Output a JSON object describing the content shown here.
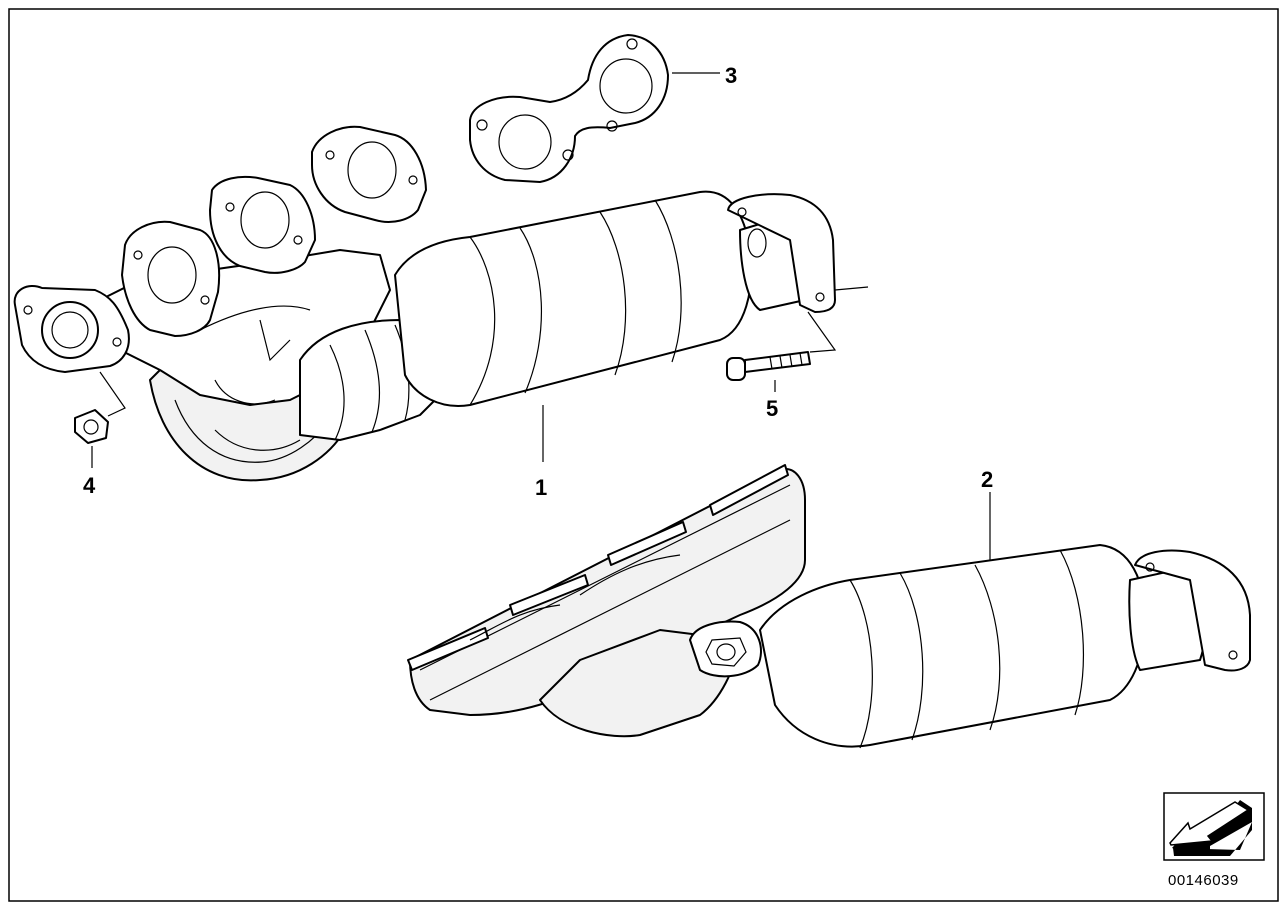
{
  "callouts": [
    {
      "id": "1",
      "label": "1"
    },
    {
      "id": "2",
      "label": "2"
    },
    {
      "id": "3",
      "label": "3"
    },
    {
      "id": "4",
      "label": "4"
    },
    {
      "id": "5",
      "label": "5"
    }
  ],
  "document_number": "00146039",
  "icons": [
    "arrow-nav-icon"
  ]
}
